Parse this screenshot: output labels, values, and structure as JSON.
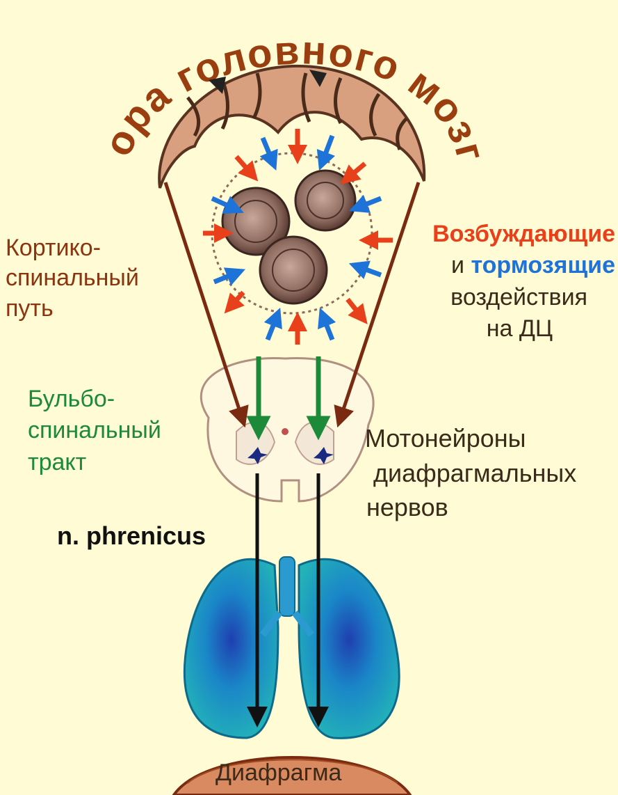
{
  "title": "Кора головного мозга",
  "labels": {
    "corticospinal": [
      "Кортико-",
      "спинальный",
      "путь"
    ],
    "bulbospinal": [
      "Бульбо-",
      "спинальный",
      "тракт"
    ],
    "influences": {
      "excitatory": "Возбуждающие",
      "conjunction": "и",
      "inhibitory": "тормозящие",
      "line3": "воздействия",
      "line4": "на ДЦ"
    },
    "motoneurons": [
      "Мотонейроны",
      "диафрагмальных",
      "нервов"
    ],
    "nerve": "n. phrenicus",
    "diaphragm": "Диафрагма"
  },
  "colors": {
    "excitatory": "#e8401a",
    "inhibitory": "#1e73d8",
    "corticospinal": "#7a2a10",
    "bulbospinal": "#1d8a3a",
    "lungs": "#1aa3b8",
    "background": "#fffbd4"
  },
  "icons": {
    "brain": "brain-cortex-icon",
    "respiratory_center": "respiratory-center-icon",
    "spinal_cord": "spinal-cord-section-icon",
    "lungs": "lungs-icon",
    "diaphragm": "diaphragm-icon"
  }
}
